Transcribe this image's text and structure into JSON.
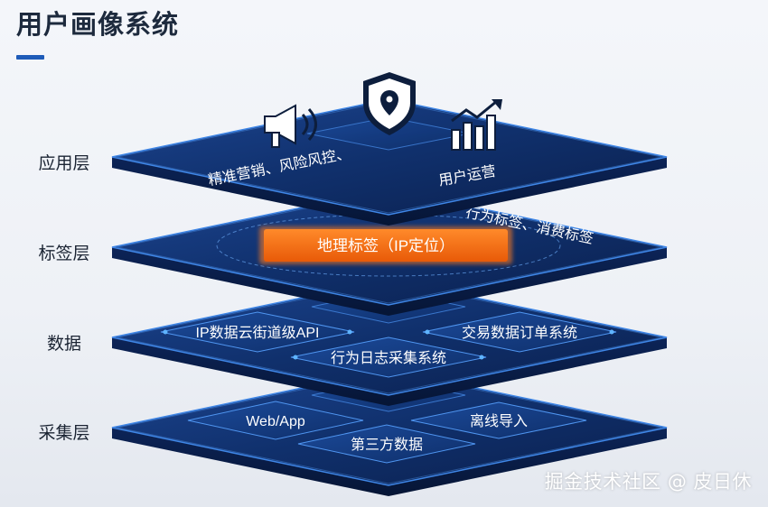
{
  "page": {
    "title": "用户画像系统"
  },
  "layers": {
    "app": {
      "label": "应用层",
      "items": {
        "left_text": "精准营销、风险风控、",
        "right_text": "用户运营"
      },
      "icons": [
        "megaphone-icon",
        "shield-location-icon",
        "growth-chart-icon"
      ]
    },
    "tag": {
      "label": "标签层",
      "highlight": "地理标签（IP定位）",
      "side_text": "行为标签、消费标签"
    },
    "data": {
      "label": "数据",
      "items": [
        "IP数据云街道级API",
        "交易数据订单系统",
        "行为日志采集系统"
      ]
    },
    "collect": {
      "label": "采集层",
      "items": [
        "Web/App",
        "离线导入",
        "第三方数据"
      ]
    }
  },
  "watermark": "掘金技术社区 @ 皮日休",
  "colors": {
    "plate_dark": "#0b1f4d",
    "plate_mid": "#163a7d",
    "plate_edge": "#2a6fd0",
    "highlight": "#f36a12",
    "title": "#1d2a3d"
  }
}
